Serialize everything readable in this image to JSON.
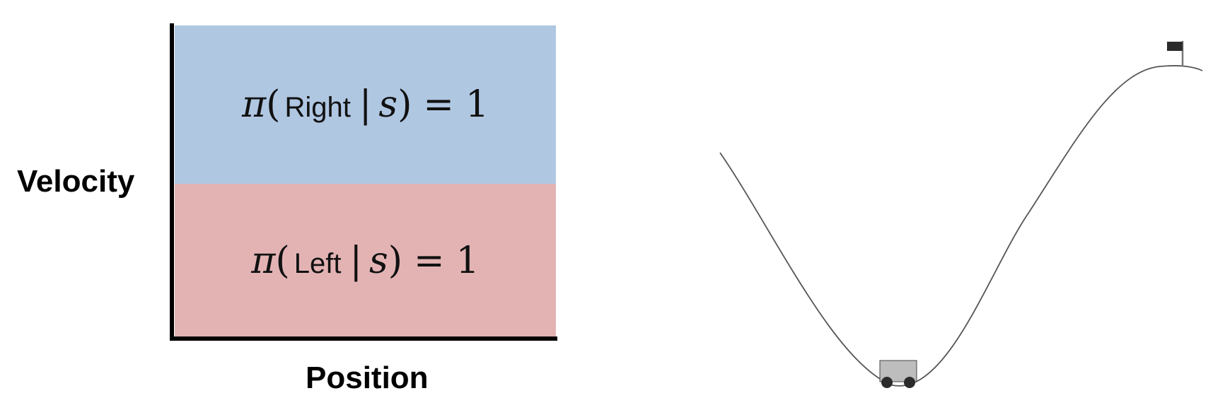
{
  "policy_plot": {
    "y_axis_label": "Velocity",
    "x_axis_label": "Position",
    "region_top": {
      "pi": "π",
      "action": "Right",
      "state": "s",
      "value": "1",
      "color": "#b0c7e2"
    },
    "region_bottom": {
      "pi": "π",
      "action": "Left",
      "state": "s",
      "value": "1",
      "color": "#e3b3b4"
    }
  },
  "mountain_car_scene": {
    "curve_color": "#555555",
    "cart_color": "#bdbdbd",
    "wheel_color": "#2b2b2b",
    "flag_color": "#2b2b2b",
    "cart_icon": "cart-icon",
    "flag_icon": "flag-icon"
  }
}
